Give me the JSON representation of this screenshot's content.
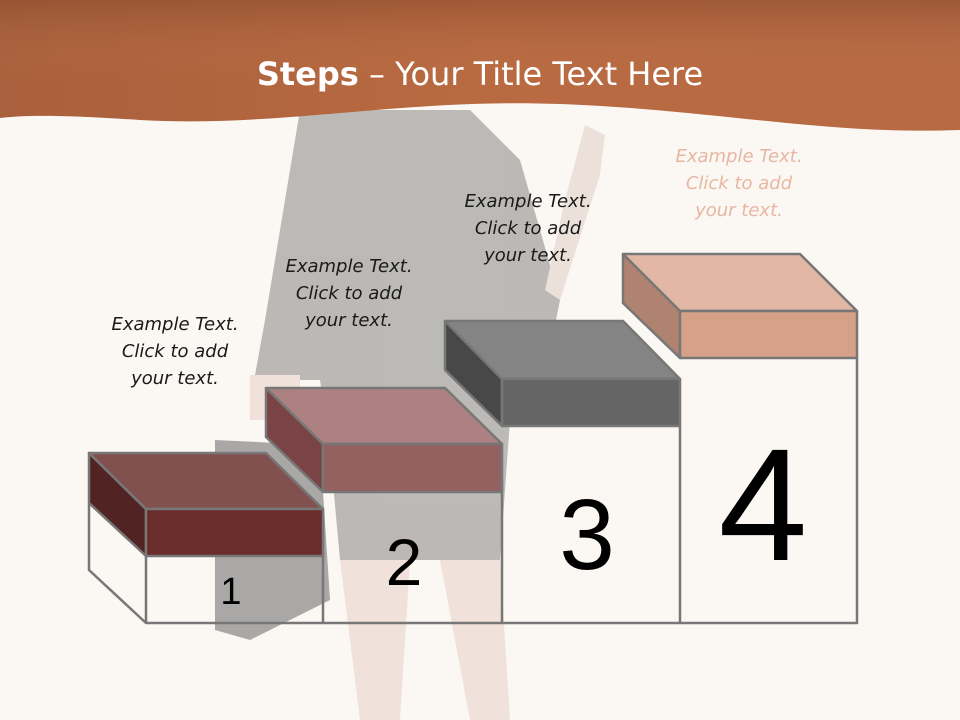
{
  "slide": {
    "title_bold": "Steps",
    "title_rest": " – Your Title Text Here"
  },
  "steps": [
    {
      "number": "1",
      "caption": [
        "Example Text.",
        "Click  to add",
        "your text."
      ],
      "color": "#6b2c2c"
    },
    {
      "number": "2",
      "caption": [
        "Example Text.",
        "Click  to add",
        "your text."
      ],
      "color": "#946060"
    },
    {
      "number": "3",
      "caption": [
        "Example Text.",
        "Click  to add",
        "your text."
      ],
      "color": "#6a6a6a"
    },
    {
      "number": "4",
      "caption": [
        "Example Text.",
        "Click  to add",
        "your text."
      ],
      "color": "#e0ad95"
    }
  ],
  "colors": {
    "header": "#b1653d",
    "background": "#fbf7f3",
    "outline": "#777777"
  }
}
